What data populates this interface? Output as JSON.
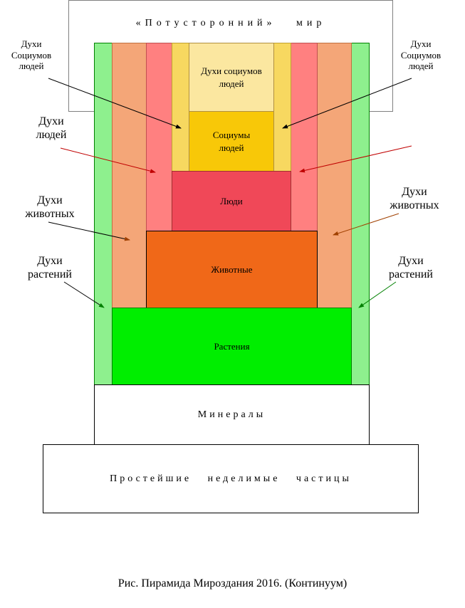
{
  "other_world": "«Потусторонний»   мир",
  "layers": {
    "spirits_socium": "Духи социумов людей",
    "socium": "Социумы людей",
    "people": "Люди",
    "animals": "Животные",
    "plants": "Растения",
    "minerals": "Минералы",
    "particles": "Простейшие   неделимые   частицы"
  },
  "annotations": {
    "left_spirits_socium": "Духи Социумов людей",
    "right_spirits_socium": "Духи Социумов людей",
    "left_spirits_people": "Духи людей",
    "left_spirits_animals": "Духи животных",
    "right_spirits_animals": "Духи животных",
    "left_spirits_plants": "Духи растений",
    "right_spirits_plants": "Духи растений"
  },
  "caption": "Рис. Пирамида Мироздания 2016. (Континуум)",
  "colors": {
    "plant_spirit": "#8ef08e",
    "plants": "#00ee00",
    "animal_spirit": "#f4a678",
    "animals": "#f06818",
    "people_spirit": "#ff8080",
    "people": "#f04858",
    "socium_spirit_band": "#f7d860",
    "socium": "#f8c808",
    "spirits_socium": "#fbe7a0",
    "arrow_dark": "#000000",
    "arrow_red": "#c00000",
    "arrow_brown": "#a04000",
    "arrow_green": "#008000"
  }
}
